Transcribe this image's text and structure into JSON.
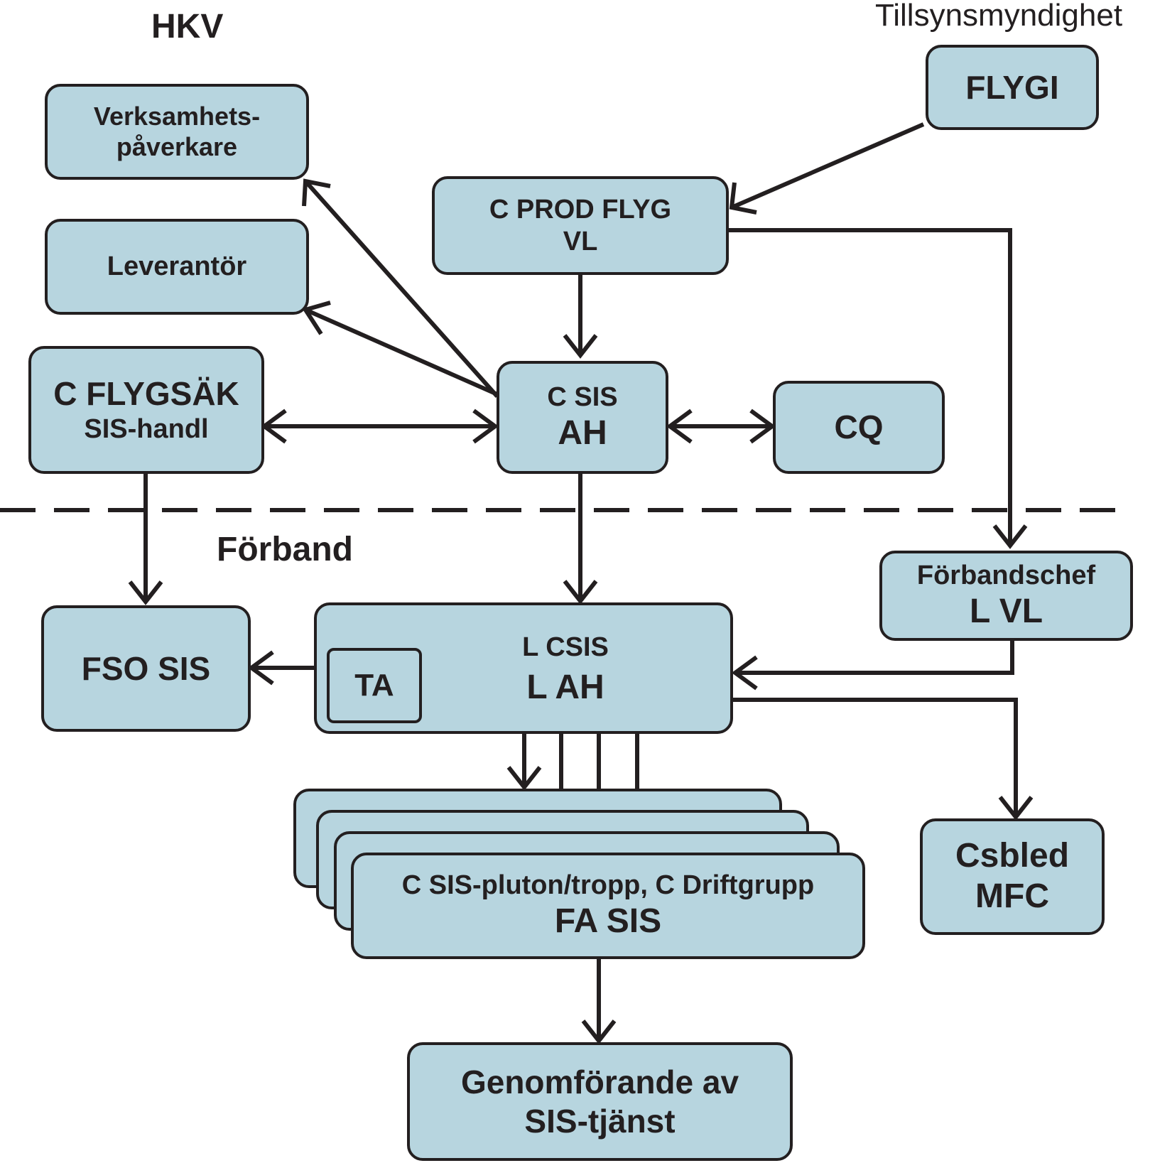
{
  "regions": {
    "hkv": "HKV",
    "supervisory": "Tillsynsmyndighet",
    "unit": "Förband"
  },
  "boxes": {
    "verksamhet": {
      "line1": "Verksamhets-",
      "line2": "påverkare"
    },
    "leverantor": {
      "line1": "Leverantör"
    },
    "cflygsak": {
      "line1": "C FLYGSÄK",
      "line2": "SIS-handl"
    },
    "flygi": {
      "line1": "FLYGI"
    },
    "cprodflyg": {
      "line1": "C PROD FLYG",
      "line2": "VL"
    },
    "csis": {
      "line1": "C SIS",
      "line2": "AH"
    },
    "cq": {
      "line1": "CQ"
    },
    "forbandschef": {
      "line1": "Förbandschef",
      "line2": "L VL"
    },
    "fsosis": {
      "line1": "FSO SIS"
    },
    "lcsis": {
      "line1": "L CSIS",
      "line2": "L AH",
      "inner": "TA"
    },
    "platoon": {
      "line1": "C SIS-pluton/tropp, C Driftgrupp",
      "line2": "FA SIS"
    },
    "csbled": {
      "line1": "Csbled",
      "line2": "MFC"
    },
    "genomforande": {
      "line1": "Genomförande av",
      "line2": "SIS-tjänst"
    }
  },
  "colors": {
    "box_fill": "#b7d5df",
    "stroke": "#231f20",
    "background": "#ffffff"
  }
}
